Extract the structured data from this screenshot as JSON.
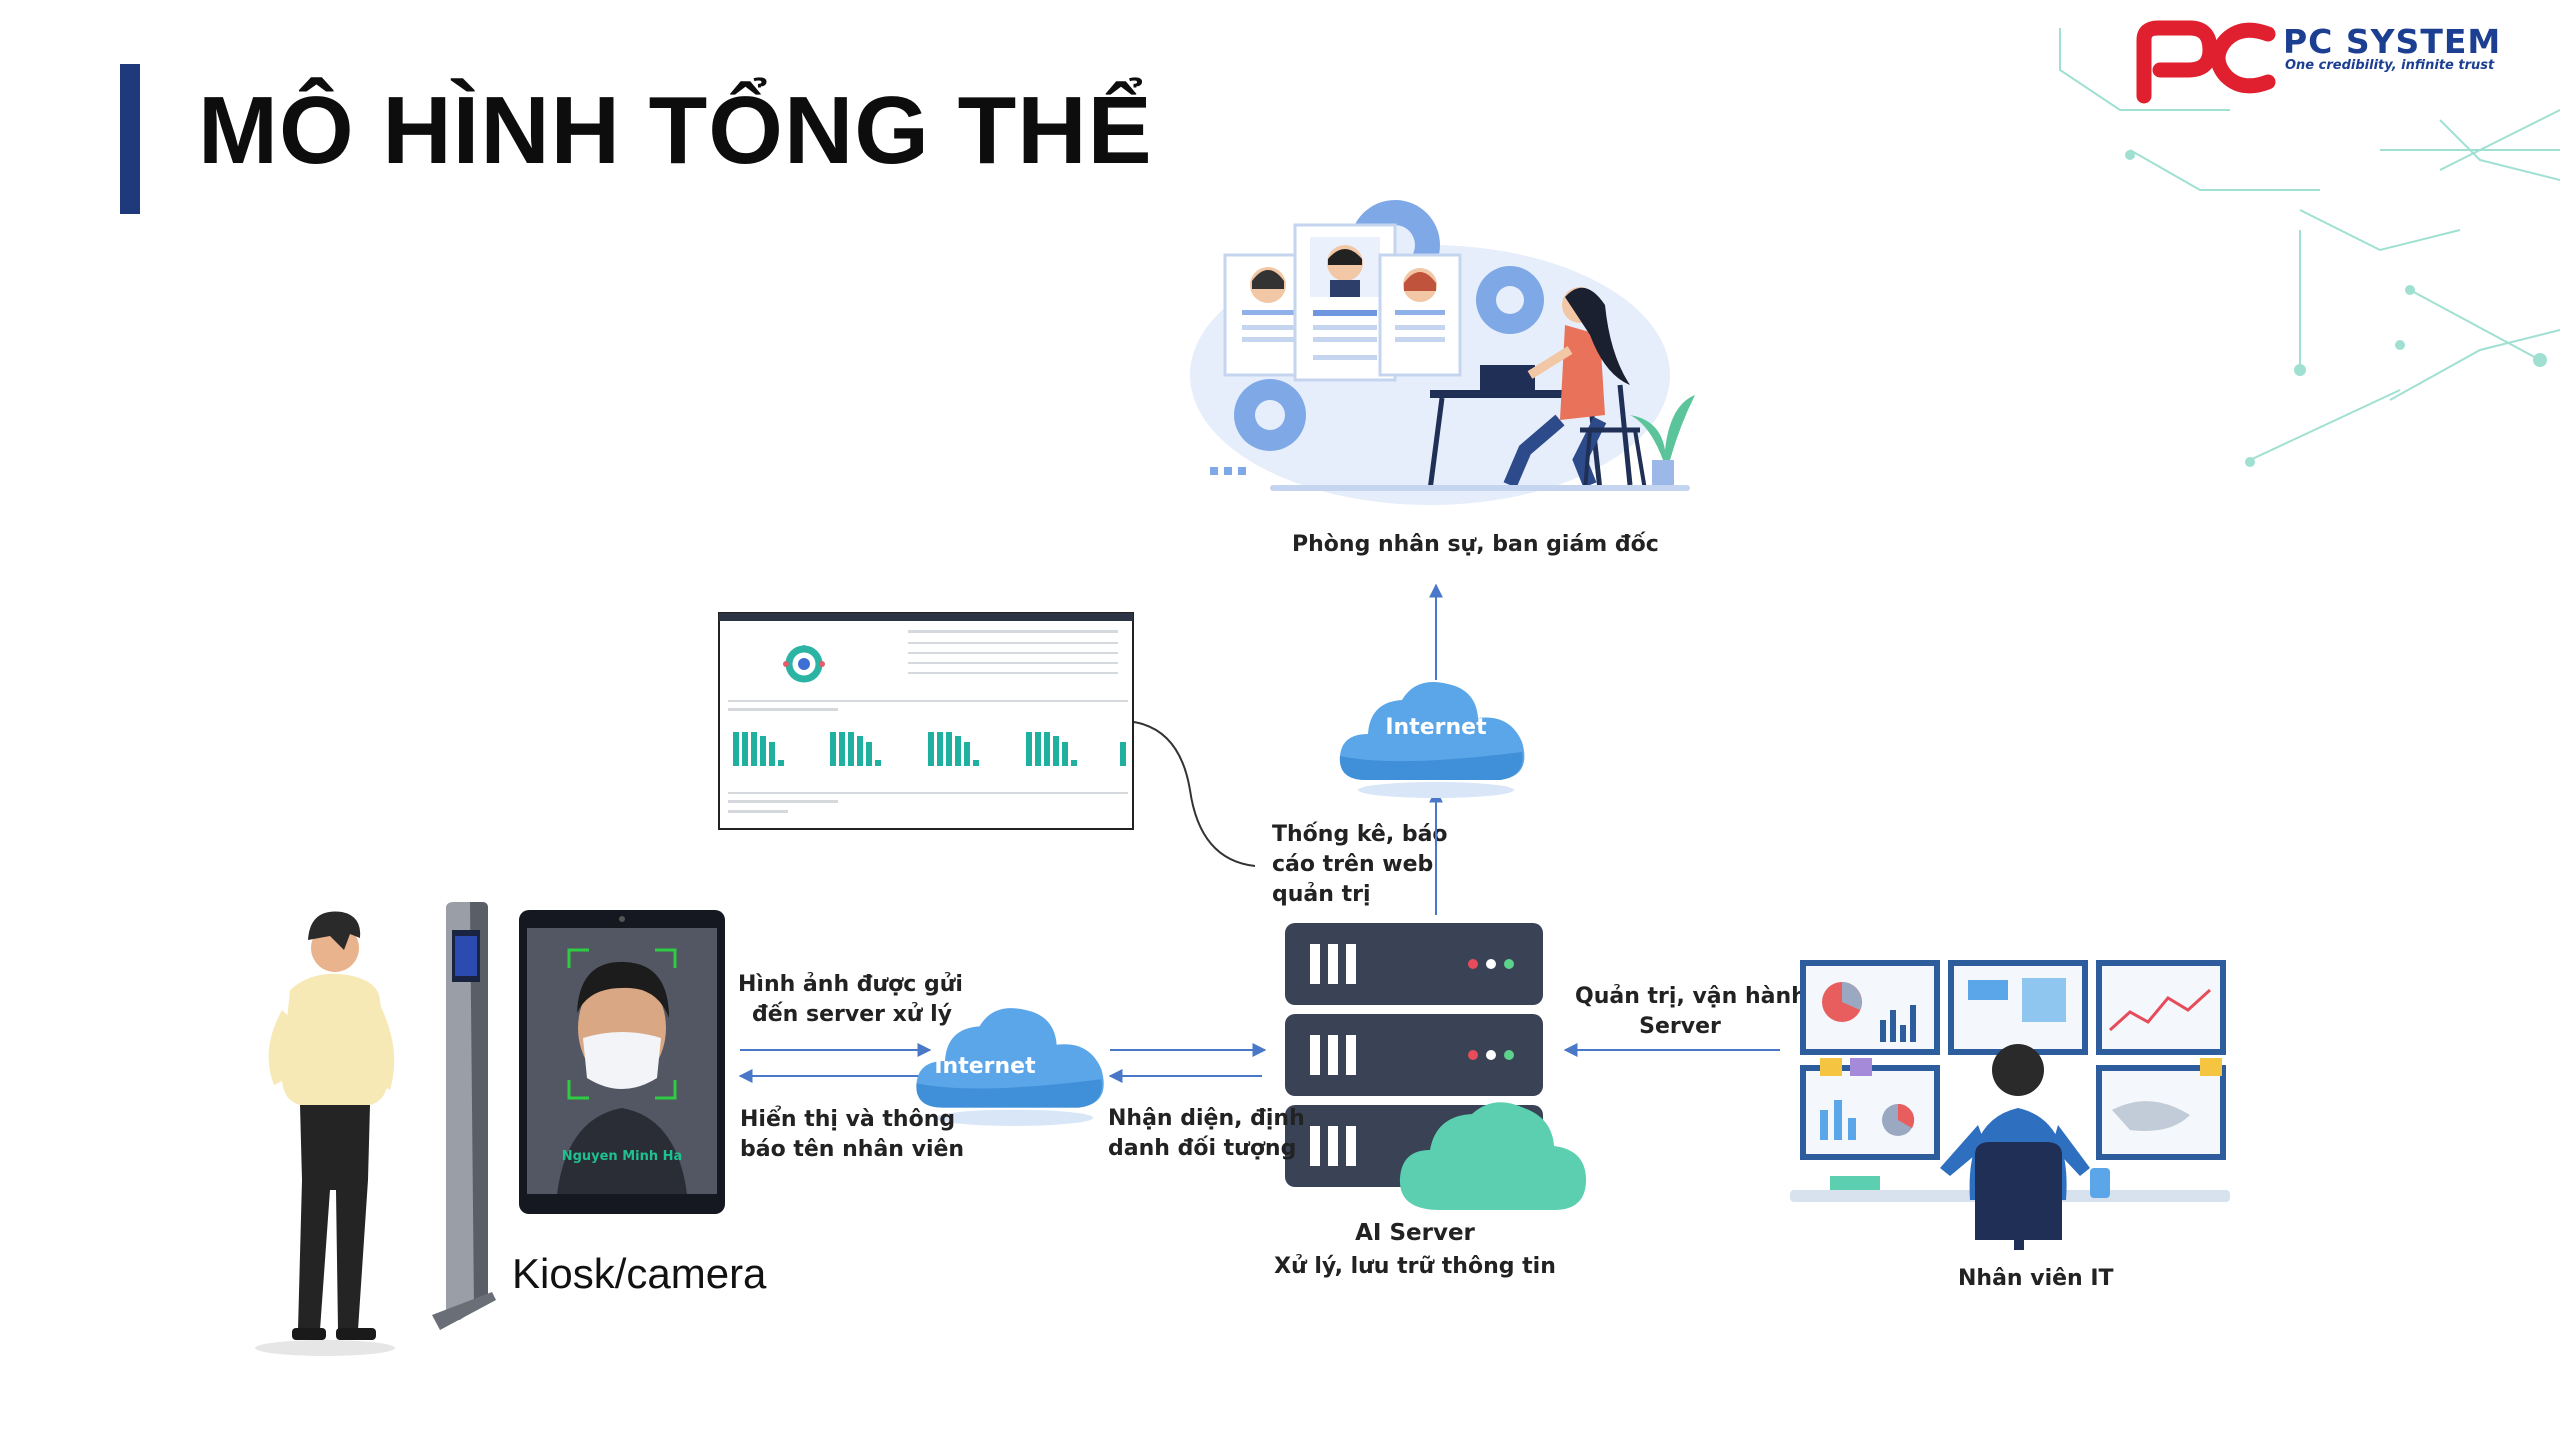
{
  "slide": {
    "title": "MÔ HÌNH TỔNG THỂ"
  },
  "brand": {
    "name": "PC SYSTEM",
    "tagline": "One credibility, infinite trust",
    "colors": {
      "red": "#e0202e",
      "blue": "#1d3f91",
      "accent_bar": "#1f3a7a",
      "arrow": "#4a78c8",
      "cloud": "#5aa6e8",
      "cloud_green": "#5ccfb0"
    }
  },
  "nodes": {
    "hr": {
      "label": "Phòng nhân sự, ban giám đốc"
    },
    "internet_top": {
      "label": "Internet"
    },
    "internet_left": {
      "label": "Internet"
    },
    "dashboard_caption": {
      "line1": "Thống kê, báo",
      "line2": "cáo trên web",
      "line3": "quản trị"
    },
    "server": {
      "line1": "AI  Server",
      "line2": "Xử lý, lưu trữ thông tin"
    },
    "kiosk": {
      "label": "Kiosk/camera",
      "name_on_screen": "Nguyen Minh Ha"
    },
    "it_staff": {
      "label": "Nhân viên IT"
    }
  },
  "edges": {
    "image_sent": {
      "line1": "Hình ảnh được gửi",
      "line2": "đến server xử lý"
    },
    "display_notify": {
      "line1": "Hiển thị và thông",
      "line2": "báo tên nhân viên"
    },
    "recognize": {
      "line1": "Nhận diện, định",
      "line2": "danh đối tượng"
    },
    "admin_ops": {
      "line1": "Quản trị, vận hành",
      "line2": "Server"
    }
  }
}
